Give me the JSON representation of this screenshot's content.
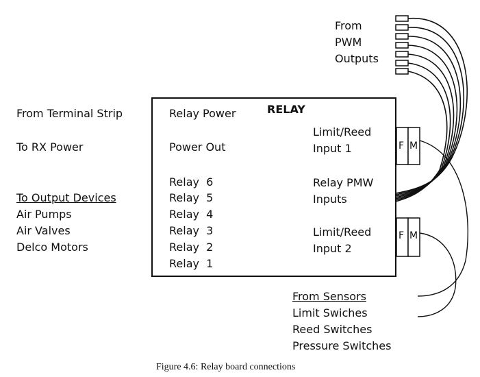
{
  "left_labels": {
    "terminal_strip": "From Terminal Strip",
    "rx_power": "To RX Power",
    "output_devices_heading": "To Output Devices",
    "air_pumps": "Air Pumps",
    "air_valves": "Air Valves",
    "delco_motors": "Delco Motors"
  },
  "board": {
    "title": "RELAY",
    "relay_power": "Relay Power",
    "power_out": "Power Out",
    "relays": [
      "Relay  6",
      "Relay  5",
      "Relay  4",
      "Relay  3",
      "Relay  2",
      "Relay  1"
    ],
    "limit_reed_1": [
      "Limit/Reed",
      "Input 1"
    ],
    "pwm_inputs": [
      "Relay PMW",
      "Inputs"
    ],
    "limit_reed_2": [
      "Limit/Reed",
      "Input 2"
    ]
  },
  "connectors": {
    "female": "F",
    "male": "M"
  },
  "pwm_label": [
    "From",
    "PWM",
    "Outputs"
  ],
  "sensors": {
    "heading": "From Sensors",
    "items": [
      "Limit Swiches",
      "Reed Switches",
      "Pressure Switches"
    ]
  },
  "caption": "Figure 4.6:  Relay board connections"
}
